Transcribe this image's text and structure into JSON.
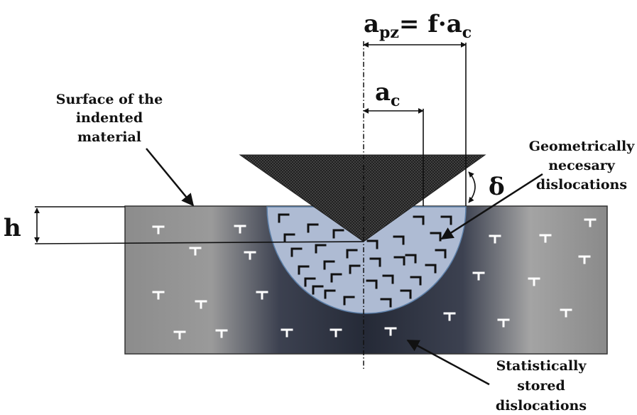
{
  "labels": {
    "surface_line1": "Surface of the",
    "surface_line2": "indented",
    "surface_line3": "material",
    "gnd_line1": "Geometrically",
    "gnd_line2": "necesary",
    "gnd_line3": "dislocations",
    "ssd_line1": "Statistically",
    "ssd_line2": "stored",
    "ssd_line3": "dislocations",
    "h": "h",
    "delta": "δ",
    "apz_base": "a",
    "apz_sub": "pz",
    "apz_eq": "= f·a",
    "apz_eq_sub": "c",
    "ac_base": "a",
    "ac_sub": "c"
  },
  "colors": {
    "gnd_zone": "#aebbd3",
    "block_center": "#2a2f3d",
    "block_edge": "#b4b4b4",
    "indenter": "#333333"
  }
}
